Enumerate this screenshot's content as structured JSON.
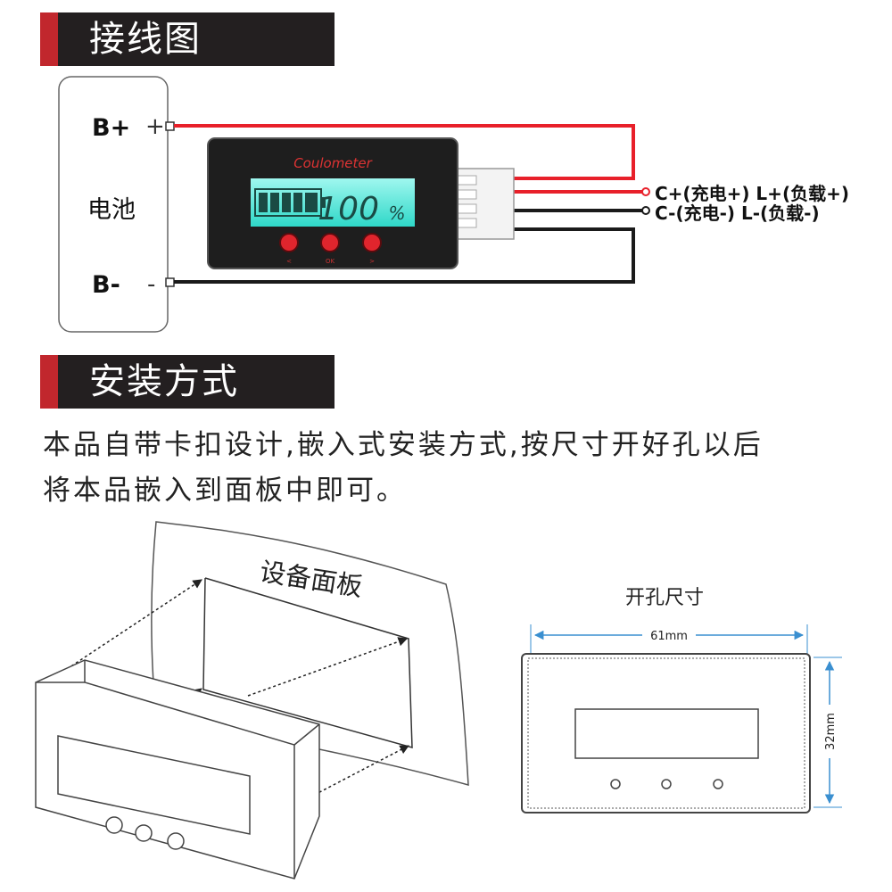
{
  "wiring": {
    "header": "接线图",
    "battery_label": "电池",
    "b_plus": "B+",
    "b_minus": "B-",
    "term_plus": "+",
    "term_minus": "-",
    "device_brand": "Coulometer",
    "percent_value": "100",
    "percent_unit": "%",
    "button_labels": [
      "<",
      "OK",
      ">"
    ],
    "pos_label": "C+(充电+) L+(负载+)",
    "neg_label": "C-(充电-) L-(负载-)"
  },
  "install": {
    "header": "安装方式",
    "paragraph_line1": "本品自带卡扣设计,嵌入式安装方式,按尺寸开好孔以后",
    "paragraph_line2": "将本品嵌入到面板中即可。",
    "panel_label": "设备面板",
    "cutout_title": "开孔尺寸",
    "width_dim": "61mm",
    "height_dim": "32mm"
  },
  "colors": {
    "header_bg": "#231f20",
    "header_accent": "#c1272d",
    "wire_red": "#e8202a",
    "wire_black": "#1a1a1a",
    "lcd": "#3ee6d6",
    "dim_blue": "#3a8fd0"
  }
}
